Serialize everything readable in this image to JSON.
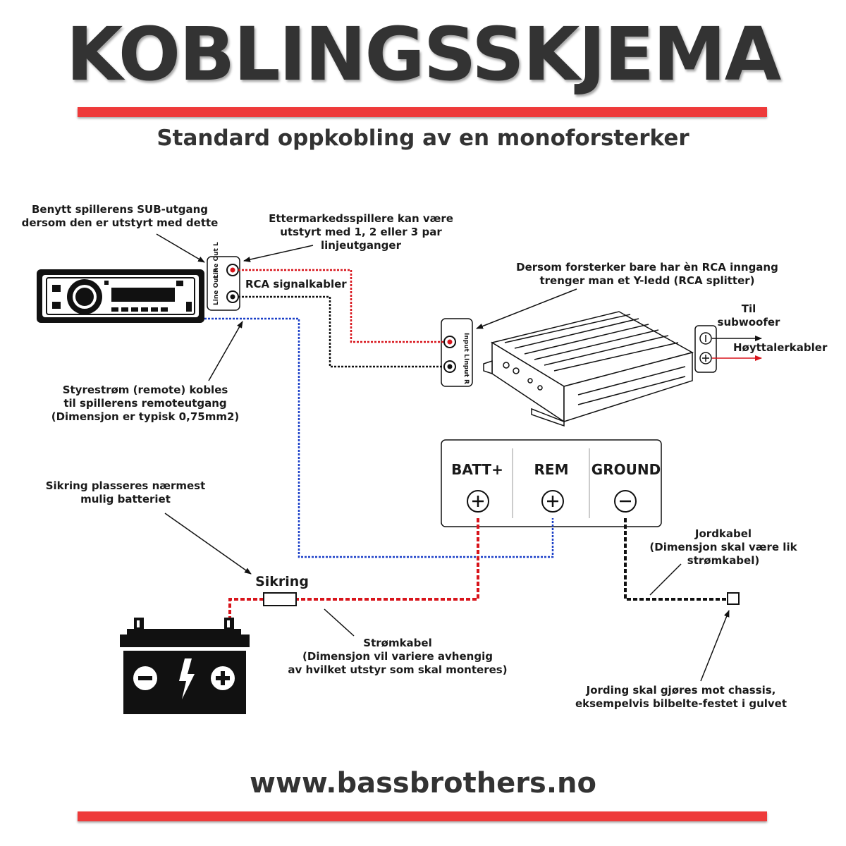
{
  "header": {
    "title": "KOBLINGSSKJEMA",
    "subtitle": "Standard oppkobling av en monoforsterker"
  },
  "footer": {
    "url": "www.bassbrothers.no"
  },
  "notes": {
    "sub_output": [
      "Benytt spillerens SUB-utgang",
      "dersom den er utstyrt med dette"
    ],
    "aftermarket": [
      "Ettermarkedsspillere kan være",
      "utstyrt med 1, 2 eller 3 par",
      "linjeutganger"
    ],
    "rca_cables": "RCA signalkabler",
    "y_split": [
      "Dersom forsterker bare har èn RCA inngang",
      "trenger man et Y-ledd (RCA splitter)"
    ],
    "to_sub": [
      "Til",
      "subwoofer"
    ],
    "speaker_cables": "Høyttalerkabler",
    "remote": [
      "Styrestrøm (remote) kobles",
      "til spillerens remoteutgang",
      "(Dimensjon er typisk 0,75mm2)"
    ],
    "fuse_note": [
      "Sikring plasseres nærmest",
      "mulig batteriet"
    ],
    "fuse_label": "Sikring",
    "power_cable": [
      "Strømkabel",
      "(Dimensjon vil variere avhengig",
      "av hvilket utstyr som skal monteres)"
    ],
    "ground_cable": [
      "Jordkabel",
      "(Dimensjon skal være lik",
      "strømkabel)"
    ],
    "grounding": [
      "Jording skal gjøres mot chassis,",
      "eksempelvis bilbelte-festet i gulvet"
    ]
  },
  "terminals": {
    "batt": "BATT+",
    "rem": "REM",
    "ground": "GROUND"
  },
  "head_unit": {
    "line_out_l": "Line Out  L",
    "line_out_r": "Line Out  R"
  },
  "amp_input": {
    "input_l": "Input  L",
    "input_r": "Input  R"
  },
  "colors": {
    "accent_red": "#ee3a3a",
    "signal_red": "#d8141b",
    "remote_blue": "#1a3fc7",
    "ground_black": "#111111"
  },
  "icons": [
    "head-unit-icon",
    "amplifier-icon",
    "battery-icon",
    "fuse-icon",
    "plus-icon",
    "minus-icon",
    "lightning-icon"
  ]
}
